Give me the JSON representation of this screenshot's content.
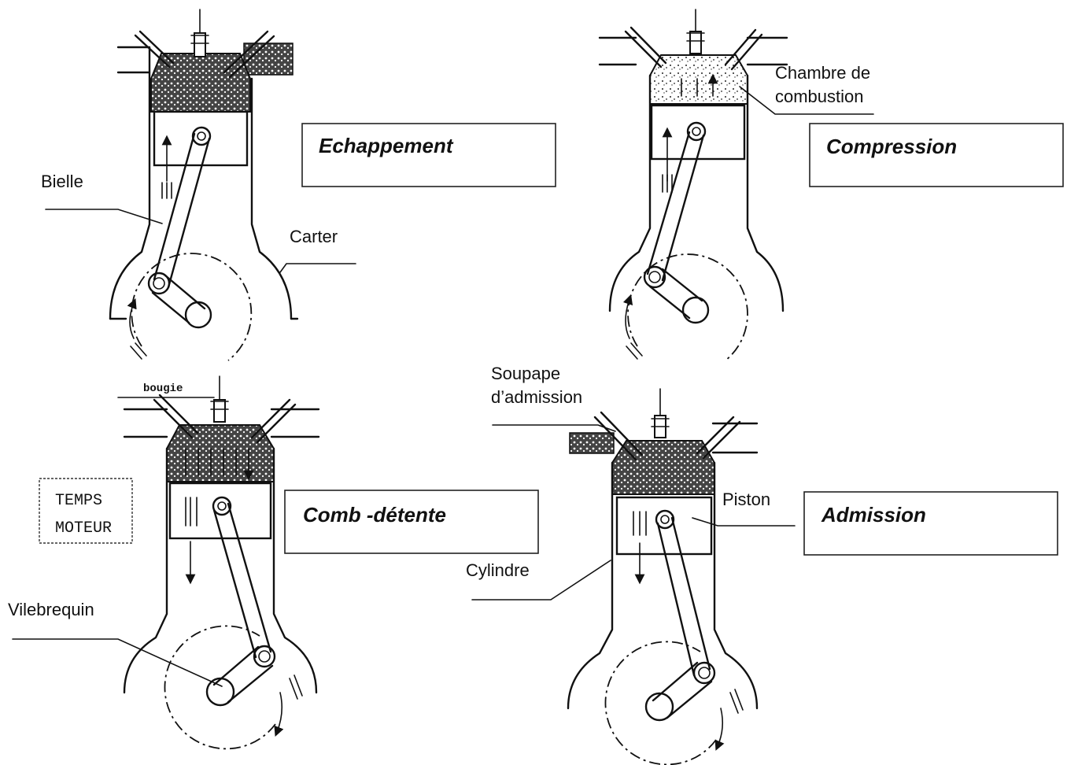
{
  "strokes": [
    {
      "id": "echappement",
      "title": "Echappement"
    },
    {
      "id": "compression",
      "title": "Compression"
    },
    {
      "id": "comb_detente",
      "title": "Comb -détente"
    },
    {
      "id": "admission",
      "title": "Admission"
    }
  ],
  "labels": {
    "bielle": "Bielle",
    "carter": "Carter",
    "chambre_line1": "Chambre de",
    "chambre_line2": "combustion",
    "bougie": "bougie",
    "temps_line1": "TEMPS",
    "temps_line2": "MOTEUR",
    "vilebrequin": "Vilebrequin",
    "soupape_line1": "Soupape",
    "soupape_line2": "d’admission",
    "piston": "Piston",
    "cylindre": "Cylindre"
  }
}
